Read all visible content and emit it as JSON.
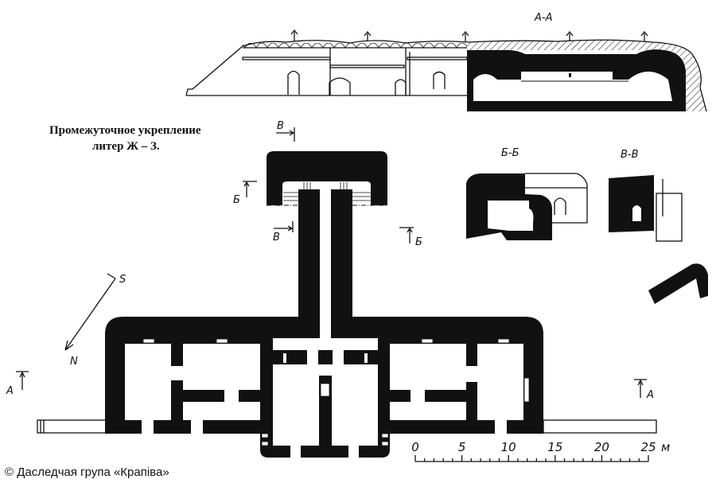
{
  "title": {
    "line1": "Промежуточное укрепление",
    "line2": "литер Ж – З."
  },
  "sections": {
    "aa": "А-А",
    "bb": "Б-Б",
    "vv": "В-В"
  },
  "markers": {
    "a_left": "А",
    "a_right": "А",
    "b_left": "Б",
    "b_right": "Б",
    "v_top": "В",
    "v_bottom": "В"
  },
  "compass": {
    "south": "S",
    "north": "N"
  },
  "scale": {
    "ticks": [
      0,
      5,
      10,
      15,
      20,
      25
    ],
    "unit": "м",
    "max_m": 25
  },
  "copyright": "© Даследчая група «Крапіва»",
  "colors": {
    "ink": "#111111",
    "paper": "#ffffff"
  }
}
